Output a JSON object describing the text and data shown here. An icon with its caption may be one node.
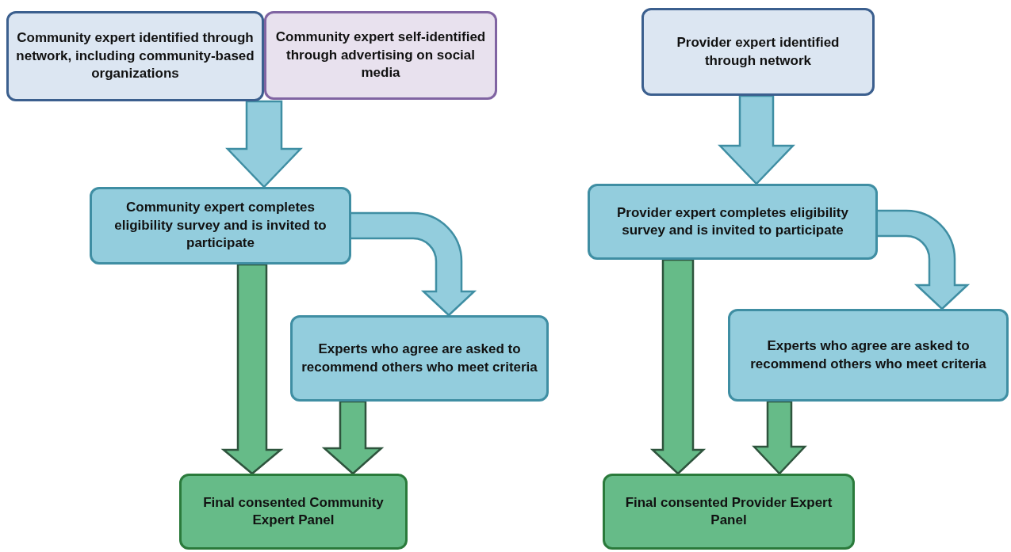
{
  "diagram": {
    "nodes": [
      {
        "text": [
          "Community expert identified through network, including community-based organizations"
        ]
      },
      {
        "text": [
          "Community expert self-identified through advertising on social media"
        ]
      },
      {
        "text": [
          "Community expert completes eligibility survey and is invited to participate"
        ]
      },
      {
        "text": [
          "Experts who agree are asked to recommend others who meet criteria"
        ]
      },
      {
        "text": [
          "Final consented Community Expert Panel"
        ]
      },
      {
        "text": [
          "Provider expert identified through network"
        ]
      },
      {
        "text": [
          "Provider expert completes eligibility survey and is invited to participate"
        ]
      },
      {
        "text": [
          "Experts who agree are asked to recommend others who meet criteria"
        ]
      },
      {
        "text": [
          "Final consented Provider Expert Panel"
        ]
      }
    ],
    "edges": [
      {
        "from": 0,
        "to": 2,
        "arrow": "to",
        "style": "thick"
      },
      {
        "from": 1,
        "to": 2,
        "arrow": "to",
        "style": "thick"
      },
      {
        "from": 2,
        "to": 3,
        "arrow": "to",
        "style": "thick"
      },
      {
        "from": 2,
        "to": 4,
        "arrow": "to",
        "style": "thick",
        "color": "#66bb88"
      },
      {
        "from": 3,
        "to": 4,
        "arrow": "to",
        "style": "thick",
        "color": "#66bb88"
      },
      {
        "from": 5,
        "to": 6,
        "arrow": "to",
        "style": "thick"
      },
      {
        "from": 6,
        "to": 7,
        "arrow": "to",
        "style": "thick"
      },
      {
        "from": 6,
        "to": 8,
        "arrow": "to",
        "style": "thick",
        "color": "#66bb88"
      },
      {
        "from": 7,
        "to": 8,
        "arrow": "to",
        "style": "thick",
        "color": "#66bb88"
      }
    ]
  }
}
